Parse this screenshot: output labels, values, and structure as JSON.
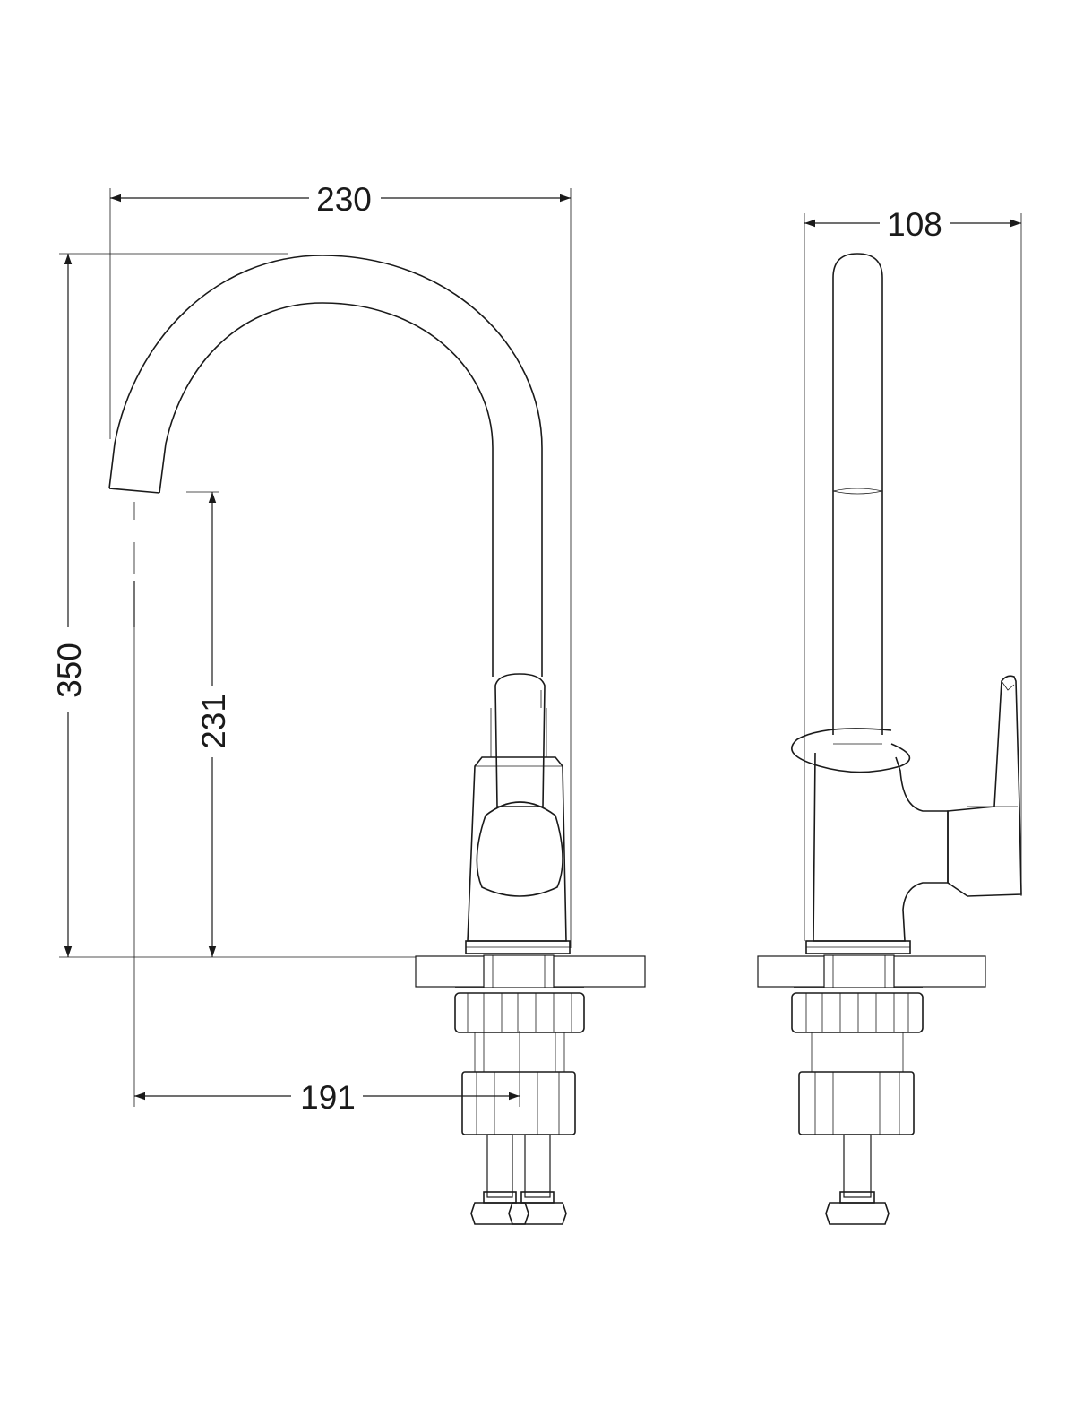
{
  "dimensions": {
    "overall_width": "230",
    "overall_height": "350",
    "spout_height": "231",
    "spout_reach": "191",
    "side_depth": "108"
  },
  "colors": {
    "line": "#1a1a1a",
    "background": "#ffffff"
  }
}
